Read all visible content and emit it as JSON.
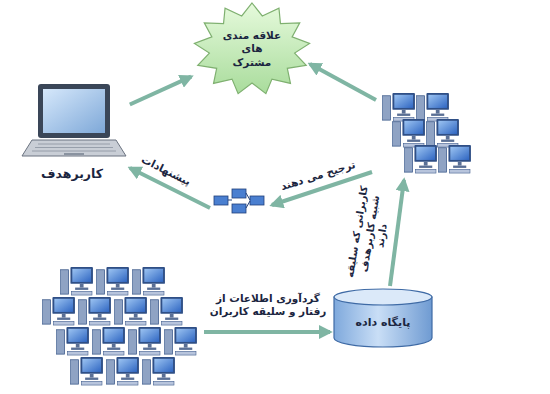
{
  "diagram": {
    "nodes": [
      {
        "text": [
          "علاقه مندی های مشترک"
        ]
      },
      {
        "text": [
          "کاربرهدف"
        ]
      },
      {
        "text": [
          "پایگاه داده"
        ]
      }
    ],
    "edges": [
      {
        "from": 1,
        "to": 0,
        "arrow": "to"
      }
    ],
    "labels": [
      "ترجیح می دهند",
      "پیشنهادات",
      "کاربرانی که سلیقه شبیه کاربرهدف دارند",
      "گردآوری اطلاعات از رفتار و سلیقه کاربران"
    ]
  }
}
